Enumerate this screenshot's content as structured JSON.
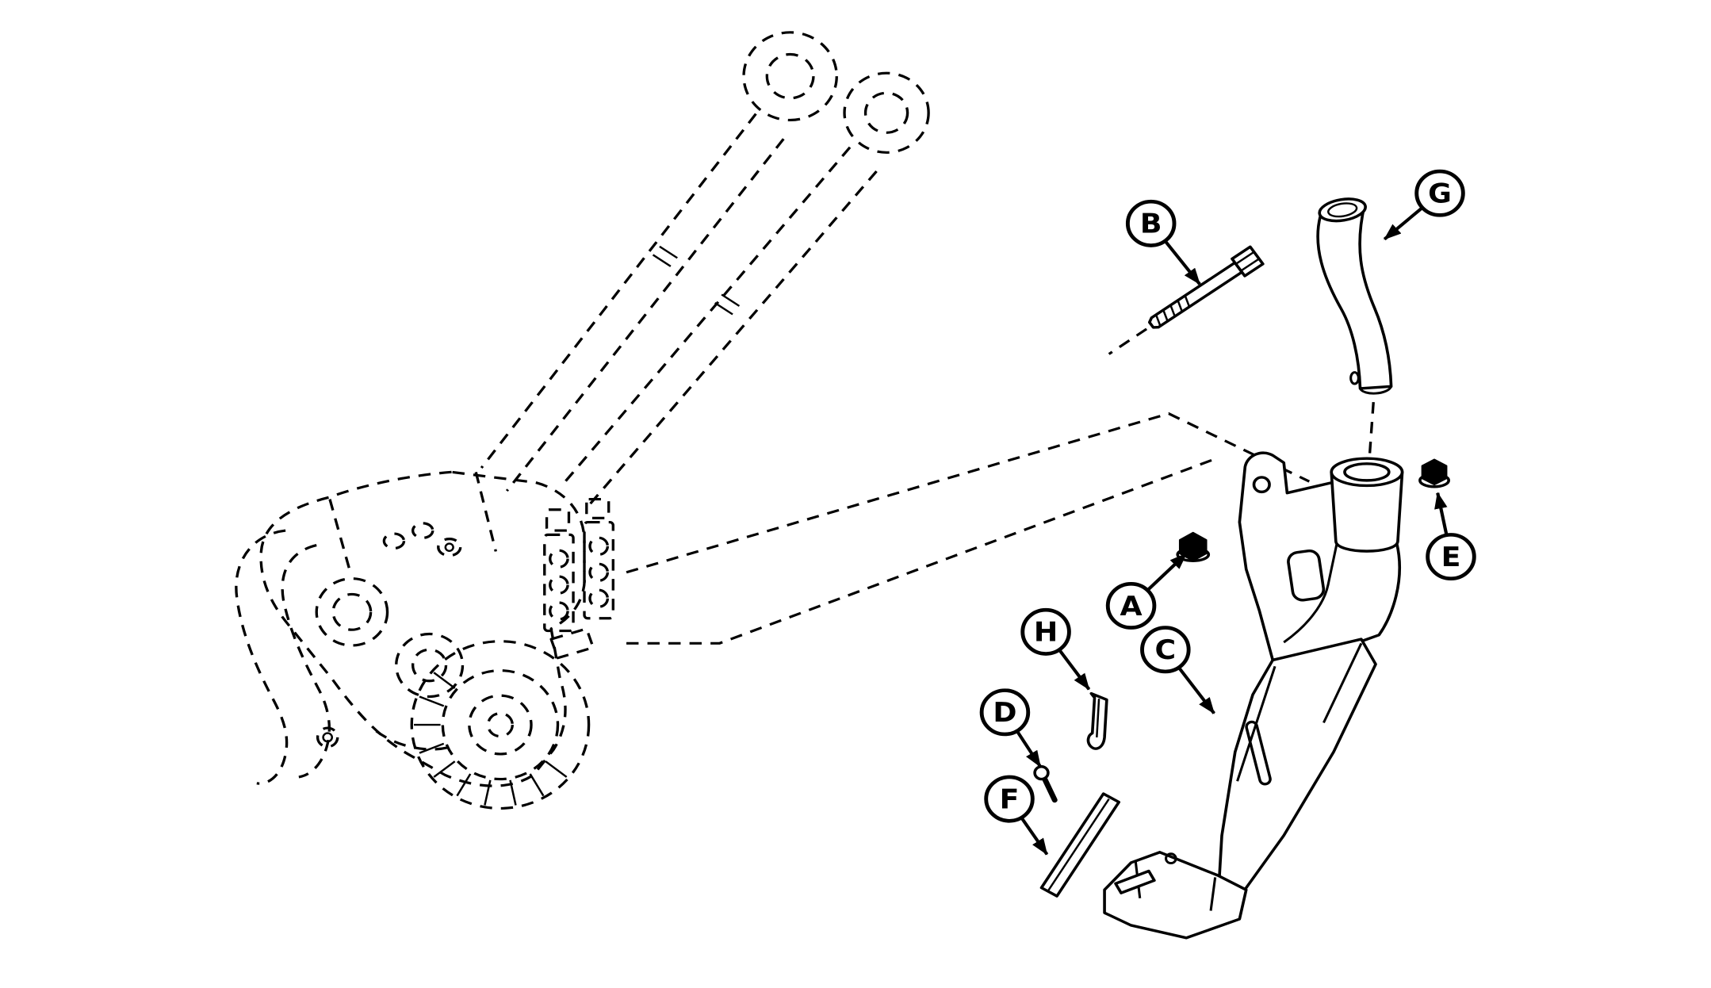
{
  "colors": {
    "background": "#ffffff",
    "ink": "#000000"
  },
  "callouts": [
    {
      "label": "A"
    },
    {
      "label": "B"
    },
    {
      "label": "C"
    },
    {
      "label": "D"
    },
    {
      "label": "E"
    },
    {
      "label": "F"
    },
    {
      "label": "G"
    },
    {
      "label": "H"
    }
  ]
}
